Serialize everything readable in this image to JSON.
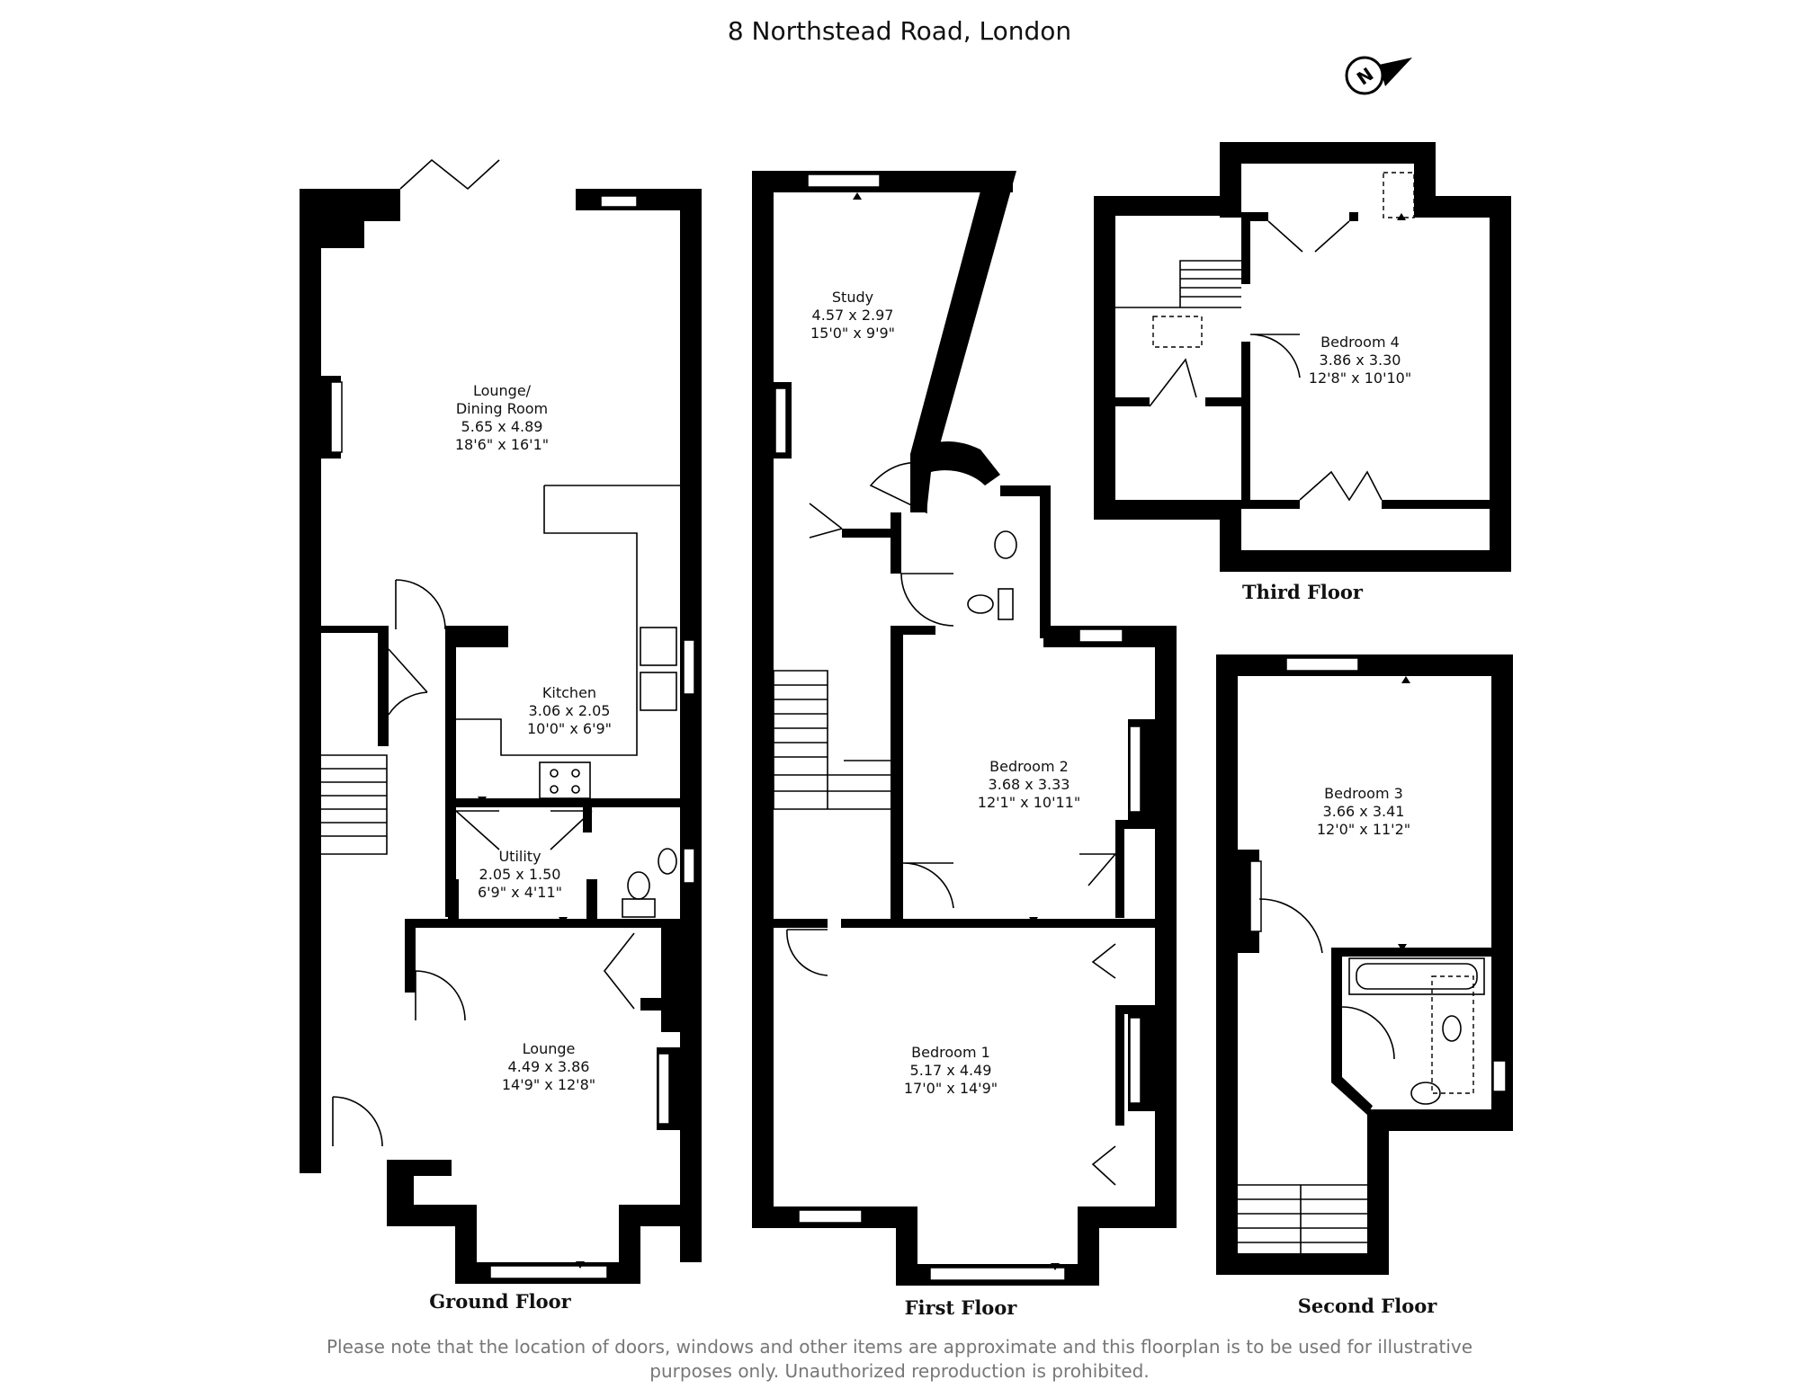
{
  "title": "8 Northstead Road, London",
  "compass": {
    "letter": "N",
    "icon": "north-compass-icon"
  },
  "floors": [
    {
      "name": "Ground Floor",
      "rooms": [
        {
          "lines": [
            "Lounge/",
            "Dining Room",
            "5.65 x 4.89",
            "18'6\" x 16'1\""
          ]
        },
        {
          "lines": [
            "Kitchen",
            "3.06 x 2.05",
            "10'0\" x 6'9\""
          ]
        },
        {
          "lines": [
            "Utility",
            "2.05 x 1.50",
            "6'9\" x 4'11\""
          ]
        },
        {
          "lines": [
            "Lounge",
            "4.49 x 3.86",
            "14'9\" x 12'8\""
          ]
        }
      ]
    },
    {
      "name": "First Floor",
      "rooms": [
        {
          "lines": [
            "Study",
            "4.57 x 2.97",
            "15'0\" x 9'9\""
          ]
        },
        {
          "lines": [
            "Bedroom 2",
            "3.68 x 3.33",
            "12'1\" x 10'11\""
          ]
        },
        {
          "lines": [
            "Bedroom 1",
            "5.17 x 4.49",
            "17'0\" x 14'9\""
          ]
        }
      ]
    },
    {
      "name": "Second Floor",
      "rooms": [
        {
          "lines": [
            "Bedroom 3",
            "3.66 x 3.41",
            "12'0\" x 11'2\""
          ]
        }
      ]
    },
    {
      "name": "Third Floor",
      "rooms": [
        {
          "lines": [
            "Bedroom 4",
            "3.86 x 3.30",
            "12'8\" x 10'10\""
          ]
        }
      ]
    }
  ],
  "disclaimer": {
    "line1": "Please note that the location of doors, windows and other items are approximate and this floorplan is to be used for illustrative",
    "line2": "purposes only. Unauthorized reproduction is prohibited."
  }
}
